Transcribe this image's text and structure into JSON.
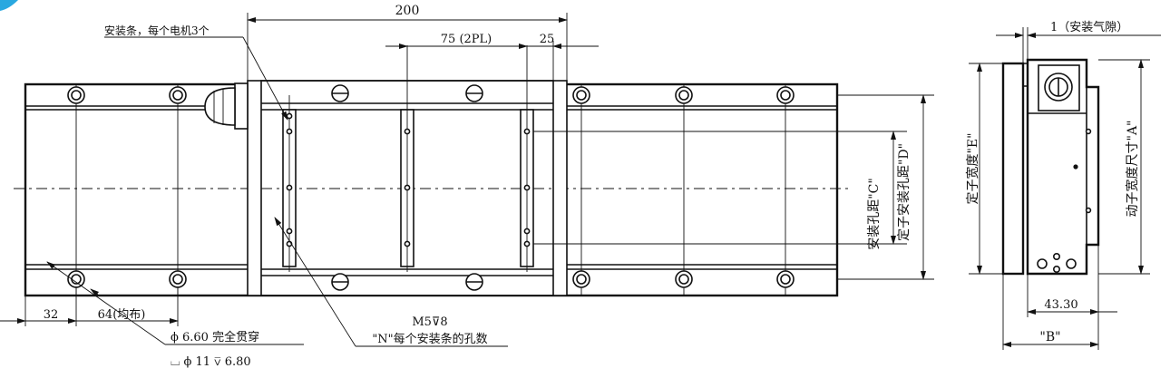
{
  "colors": {
    "ink": "#111111",
    "background": "#ffffff",
    "corner_accent": "#29a8e0"
  },
  "labels": {
    "dim_200": "200",
    "dim_75": "75 (2PL)",
    "dim_25": "25",
    "mount_strip_note": "安装条，每个电机3个",
    "dim_32": "32",
    "dim_64": "64(均布)",
    "hole_through": "ϕ 6.60 完全贯穿",
    "hole_cbore": "⌴ ϕ 11 ⊽ 6.80",
    "m5_note": "M5⊽8",
    "n_note": "\"N\"每个安装条的孔数",
    "dim_c": "安装孔距\"C\"",
    "dim_d": "定子安装孔距\"D\"",
    "air_gap": "1（安装气隙）",
    "dim_e": "定子宽度\"E\"",
    "dim_a": "动子宽度尺寸\"A\"",
    "dim_4330": "43.30",
    "dim_b": "\"B\""
  }
}
